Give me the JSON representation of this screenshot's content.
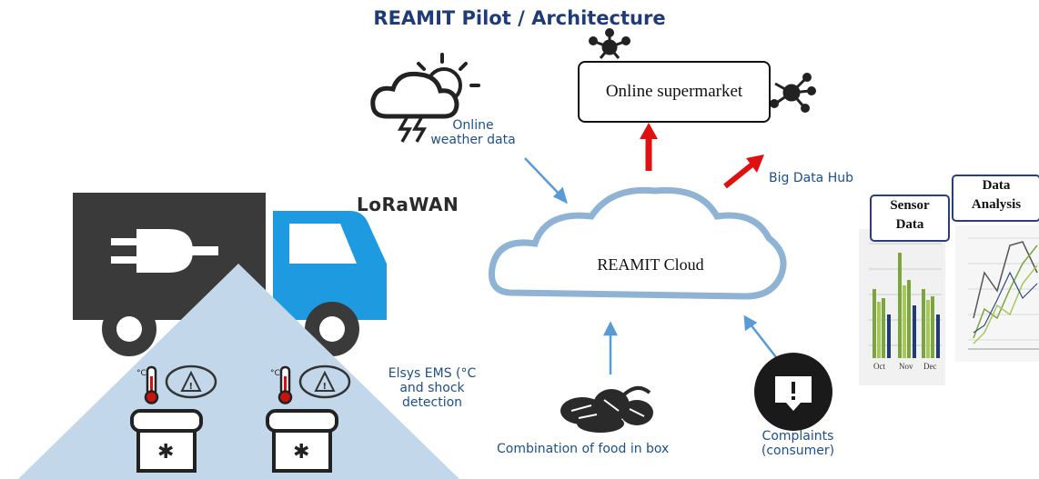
{
  "title": "REAMIT Pilot / Architecture",
  "weather_label_line1": "Online",
  "weather_label_line2": "weather data",
  "supermarket_label": "Online supermarket",
  "big_data_hub_label": "Big Data Hub",
  "cloud_label": "REAMIT Cloud",
  "lorawan_label": "LoRaWAN",
  "sensor_label_line1": "Elsys EMS (°C",
  "sensor_label_line2": "and shock",
  "sensor_label_line3": "detection",
  "food_label": "Combination of food in box",
  "complaints_label_line1": "Complaints",
  "complaints_label_line2": "(consumer)",
  "sensor_data_line1": "Sensor",
  "sensor_data_line2": "Data",
  "data_analysis_line1": "Data",
  "data_analysis_line2": "Analysis",
  "bar_chart_ticks": [
    "Oct",
    "Nov",
    "Dec"
  ],
  "colors": {
    "title": "#1f3b78",
    "truck_body": "#3a3a3a",
    "truck_cab": "#1e9be0",
    "triangle": "#c2d8ea",
    "cloud_stroke": "#8fb3d4",
    "arrow_blue": "#5b9bd5",
    "arrow_red": "#e01010",
    "bar_green": "#7aa63b",
    "bar_navy": "#1f3b78"
  }
}
